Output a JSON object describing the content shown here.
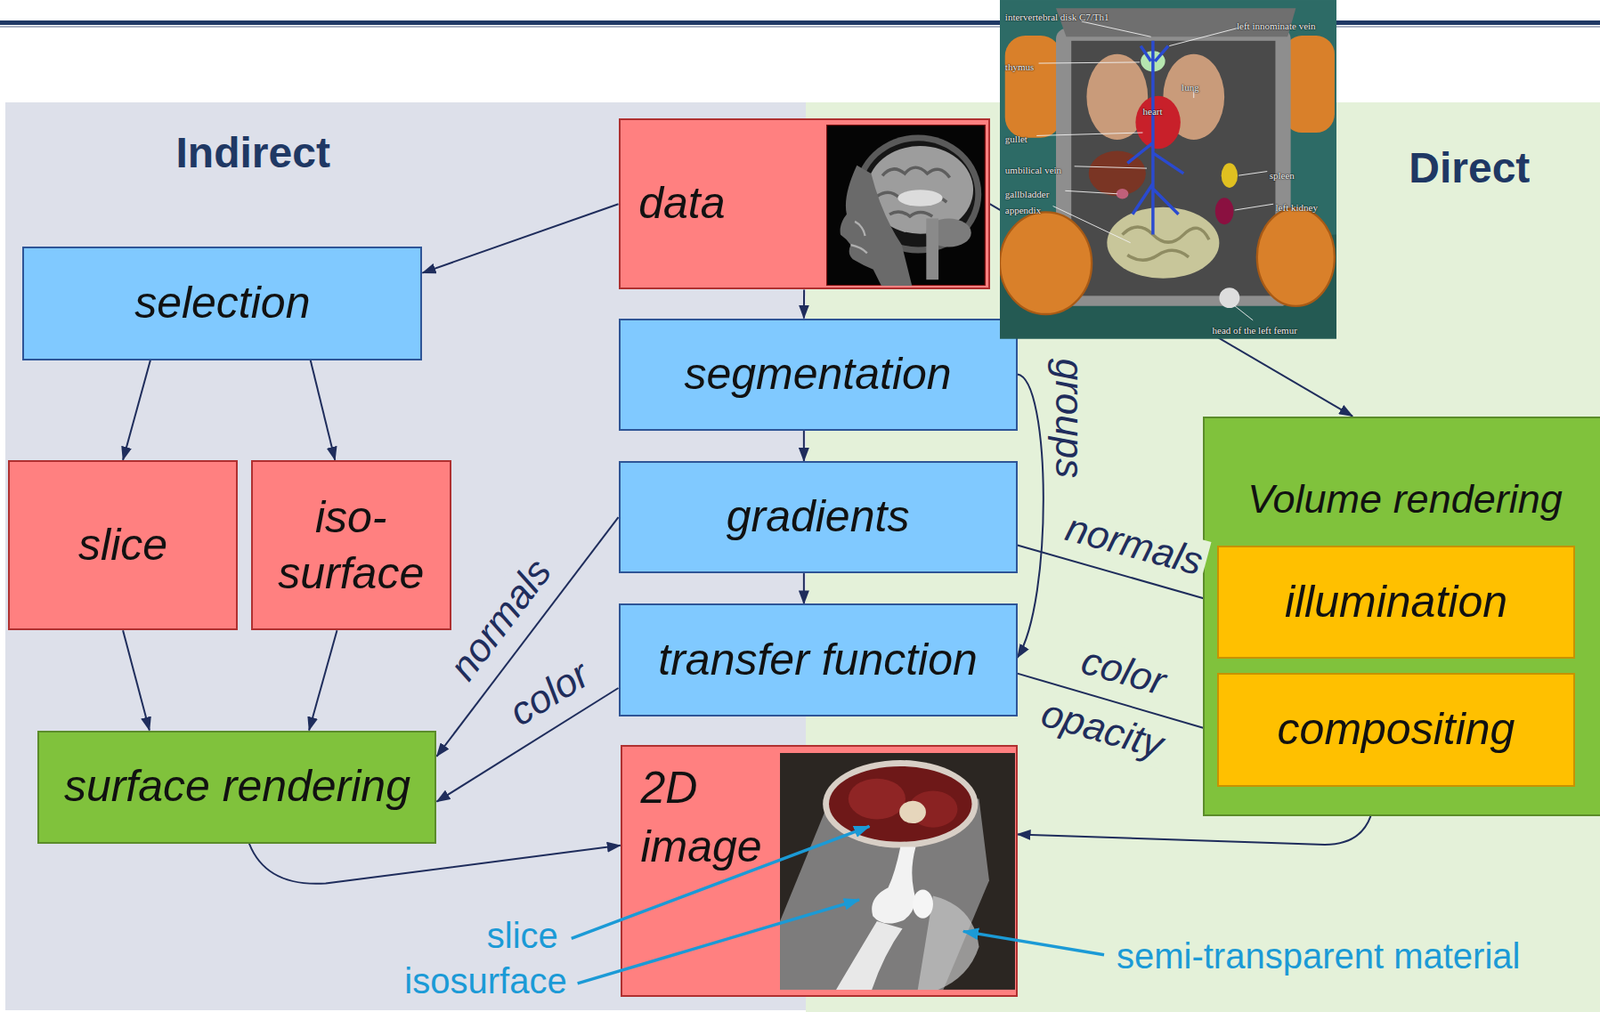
{
  "diagram": {
    "nodes": [
      {
        "text": [
          "Indirect"
        ]
      },
      {
        "text": [
          "Direct"
        ]
      },
      {
        "text": [
          "data"
        ]
      },
      {
        "text": [
          "selection"
        ],
        "in": 0
      },
      {
        "text": [
          "segmentation"
        ]
      },
      {
        "text": [
          "slice"
        ],
        "in": 0
      },
      {
        "text": [
          "iso- surface"
        ],
        "in": 0
      },
      {
        "text": [
          "gradients"
        ]
      },
      {
        "text": [
          "transfer function"
        ]
      },
      {
        "text": [
          "surface rendering"
        ],
        "in": 0
      },
      {
        "text": [
          "2D image"
        ]
      },
      {
        "text": [
          "Volume rendering"
        ],
        "in": 1
      },
      {
        "text": [
          "illumination"
        ],
        "in": 11
      },
      {
        "text": [
          "compositing"
        ],
        "in": 11
      }
    ],
    "edges": [
      {
        "from": 2,
        "to": 3,
        "arrow": "to"
      },
      {
        "from": 3,
        "to": 5,
        "arrow": "to"
      },
      {
        "from": 3,
        "to": 6,
        "arrow": "to"
      },
      {
        "from": 5,
        "to": 9,
        "arrow": "to"
      },
      {
        "from": 6,
        "to": 9,
        "arrow": "to"
      },
      {
        "from": 2,
        "to": 4,
        "arrow": "to"
      },
      {
        "from": 4,
        "to": 7,
        "arrow": "to"
      },
      {
        "from": 7,
        "to": 8,
        "arrow": "to"
      },
      {
        "from": 4,
        "to": 8,
        "label": "groups",
        "arrow": "to"
      },
      {
        "from": 7,
        "to": 9,
        "label": "normals",
        "arrow": "to"
      },
      {
        "from": 8,
        "to": 9,
        "label": "color",
        "arrow": "to"
      },
      {
        "from": 7,
        "to": 12,
        "label": "normals",
        "arrow": "to"
      },
      {
        "from": 8,
        "to": 13,
        "label": "color",
        "arrow": "to"
      },
      {
        "from": 9,
        "to": 10,
        "arrow": "to"
      },
      {
        "from": 11,
        "to": 10,
        "arrow": "to"
      },
      {
        "from": 2,
        "to": 11,
        "arrow": "to"
      }
    ],
    "labels": [
      "intervertebral disk C7/Th1",
      "left innominate vein",
      "thymus",
      "lung",
      "heart",
      "gullet",
      "umbilical vein",
      "spleen",
      "gallbladder",
      "appendix",
      "left kidney",
      "head of the left femur",
      "opacity",
      "slice",
      "isosurface",
      "semi-transparent material"
    ]
  }
}
